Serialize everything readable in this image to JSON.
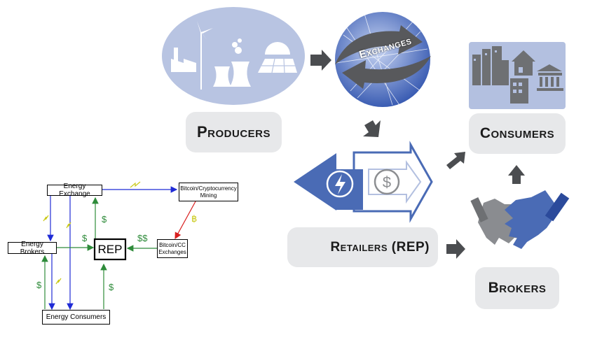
{
  "right_diagram": {
    "producers_label": "Producers",
    "exchanges_label": "Exchanges",
    "consumers_label": "Consumers",
    "retailers_label": "Retailers (REP)",
    "brokers_label": "Brokers"
  },
  "left_diagram": {
    "energy_exchange": "Energy Exchange",
    "bitcoin_mining": "Bitcoin/Cryptocurrency Mining",
    "energy_brokers": "Energy Brokers",
    "rep": "REP",
    "bitcoin_cc_exchanges": "Bitcoin/CC Exchanges",
    "energy_consumers": "Energy Consumers",
    "dollar": "$",
    "double_dollar": "$$",
    "bitcoin_symbol": "฿"
  },
  "colors": {
    "light_blue": "#b3c0e0",
    "mid_blue": "#4a6bb5",
    "dark_blue": "#2b4a9b",
    "gray_icon": "#6e7073",
    "arrow_gray": "#4b4d50",
    "flow_blue": "#1f2bd6",
    "flow_green": "#2e8b3a",
    "flow_red": "#d81e1e",
    "flow_yellow": "#c9c916"
  }
}
